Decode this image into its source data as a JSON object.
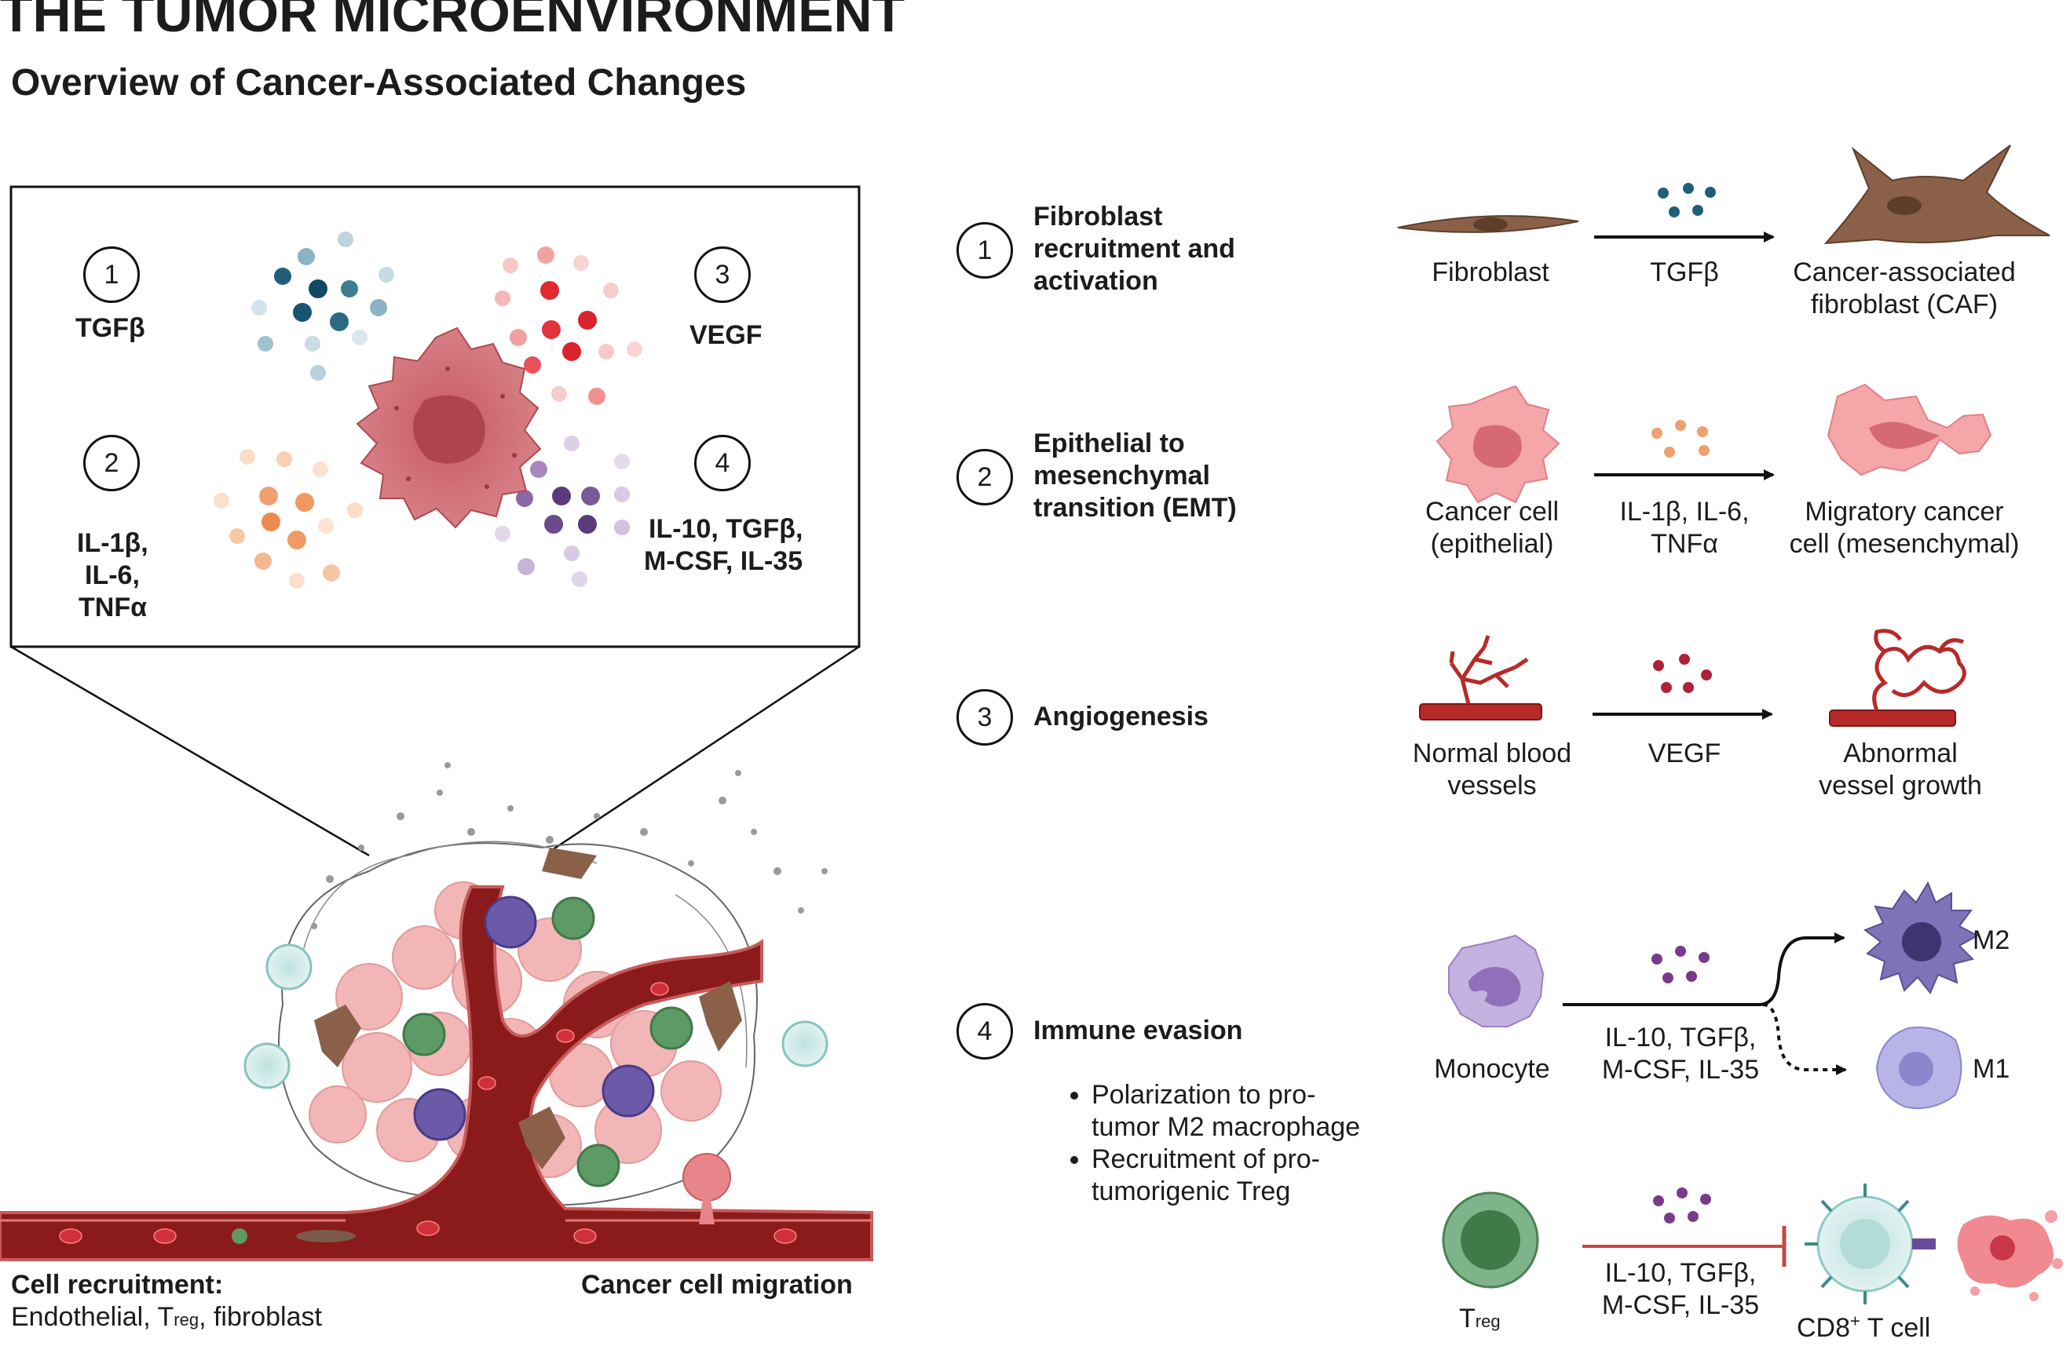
{
  "title": "THE TUMOR MICROENVIRONMENT",
  "subtitle": "Overview of Cancer-Associated Changes",
  "inset": {
    "labels": [
      {
        "num": "1",
        "text": "TGFβ"
      },
      {
        "num": "2",
        "lines": [
          "IL-1β,",
          "IL-6,",
          "TNFα"
        ]
      },
      {
        "num": "3",
        "text": "VEGF"
      },
      {
        "num": "4",
        "lines": [
          "IL-10, TGFβ,",
          "M-CSF, IL-35"
        ]
      }
    ]
  },
  "bottom": {
    "recruitment_title": "Cell recruitment:",
    "recruitment_pre": "Endothelial, T",
    "recruitment_sub": "reg",
    "recruitment_post": ", fibroblast",
    "migration": "Cancer cell migration"
  },
  "processes": [
    {
      "num": "1",
      "lines": [
        "Fibroblast",
        "recruitment and",
        "activation"
      ],
      "from": [
        "Fibroblast"
      ],
      "signal": [
        "TGFβ"
      ],
      "to": [
        "Cancer-associated",
        "fibroblast (CAF)"
      ]
    },
    {
      "num": "2",
      "lines": [
        "Epithelial to",
        "mesenchymal",
        "transition (EMT)"
      ],
      "from": [
        "Cancer cell",
        "(epithelial)"
      ],
      "signal": [
        "IL-1β, IL-6,",
        "TNFα"
      ],
      "to": [
        "Migratory cancer",
        "cell (mesenchymal)"
      ]
    },
    {
      "num": "3",
      "lines": [
        "Angiogenesis"
      ],
      "from": [
        "Normal blood",
        "vessels"
      ],
      "signal": [
        "VEGF"
      ],
      "to": [
        "Abnormal",
        "vessel growth"
      ]
    },
    {
      "num": "4",
      "lines": [
        "Immune evasion"
      ],
      "bullets": [
        "Polarization to pro-",
        "tumor M2 macrophage",
        "Recruitment of pro-",
        "tumorigenic Treg"
      ],
      "monocyte": "Monocyte",
      "signal": [
        "IL-10, TGFβ,",
        "M-CSF, IL-35"
      ],
      "m2": "M2",
      "m1": "M1",
      "treg_main": "T",
      "treg_sub": "reg",
      "signal2": [
        "IL-10, TGFβ,",
        "M-CSF, IL-35"
      ],
      "tcell_pre": "CD8",
      "tcell_sup": "+",
      "tcell_post": " T cell"
    }
  ],
  "colors": {
    "tgfb": "#1f5f7a",
    "emt": "#f0a070",
    "vegf": "#d8222c",
    "immune": "#6a4a8c",
    "fibroblast": "#8a6048",
    "vessel": "#8b1a1a",
    "cancer": "#d9737a",
    "treg": "#5e9a66",
    "tcell": "#cfe8e6"
  }
}
